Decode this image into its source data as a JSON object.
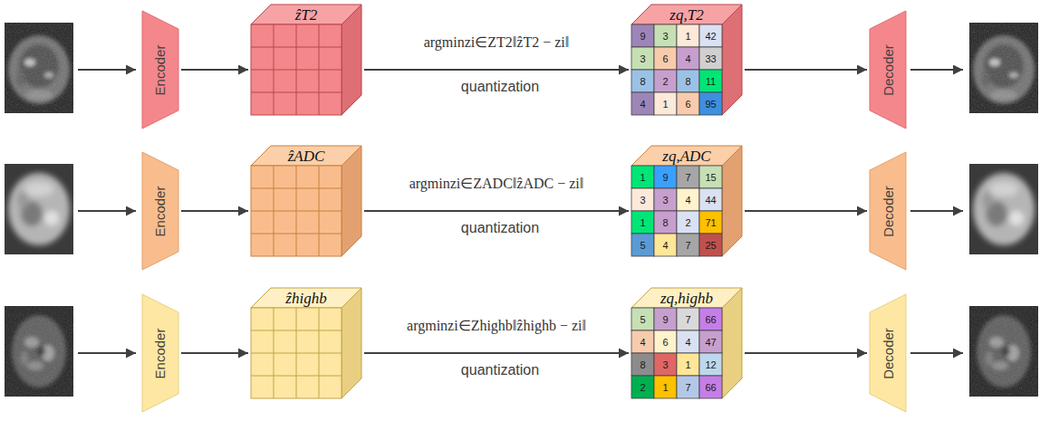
{
  "diagram": {
    "nodes": [
      {
        "text": [
          "Encoder"
        ]
      },
      {
        "text": [
          "ẑT2"
        ]
      },
      {
        "text": [
          "zq,T2",
          "9",
          "3",
          "1",
          "42",
          "3",
          "6",
          "4",
          "33",
          "8",
          "2",
          "8",
          "11",
          "4",
          "1",
          "6",
          "95"
        ]
      },
      {
        "text": [
          "Decoder"
        ]
      },
      {
        "text": [
          "Encoder"
        ]
      },
      {
        "text": [
          "ẑADC"
        ]
      },
      {
        "text": [
          "zq,ADC",
          "1",
          "9",
          "7",
          "15",
          "3",
          "3",
          "4",
          "44",
          "1",
          "8",
          "2",
          "71",
          "5",
          "4",
          "7",
          "25"
        ]
      },
      {
        "text": [
          "Decoder"
        ]
      },
      {
        "text": [
          "Encoder"
        ]
      },
      {
        "text": [
          "ẑhighb"
        ]
      },
      {
        "text": [
          "zq,highb",
          "5",
          "9",
          "7",
          "66",
          "4",
          "6",
          "4",
          "47",
          "8",
          "3",
          "1",
          "12",
          "2",
          "1",
          "7",
          "66"
        ]
      },
      {
        "text": [
          "Decoder"
        ]
      }
    ],
    "edges": [
      {
        "from": 0,
        "to": 1,
        "arrow": "to"
      },
      {
        "from": 1,
        "to": 2,
        "label": "argminzi∈ZT2‖ẑT2 − zi‖",
        "arrow": "to"
      },
      {
        "from": 2,
        "to": 3,
        "arrow": "to"
      },
      {
        "from": 4,
        "to": 5,
        "arrow": "to"
      },
      {
        "from": 5,
        "to": 6,
        "label": "argminzi∈ZADC‖ẑADC − zi‖",
        "arrow": "to"
      },
      {
        "from": 6,
        "to": 7,
        "arrow": "to"
      },
      {
        "from": 8,
        "to": 9,
        "arrow": "to"
      },
      {
        "from": 9,
        "to": 10,
        "label": "argminzi∈Zhighb‖ẑhighb − zi‖",
        "arrow": "to"
      },
      {
        "from": 10,
        "to": 11,
        "arrow": "to"
      }
    ],
    "labels": [
      "quantization",
      "quantization",
      "quantization"
    ]
  }
}
